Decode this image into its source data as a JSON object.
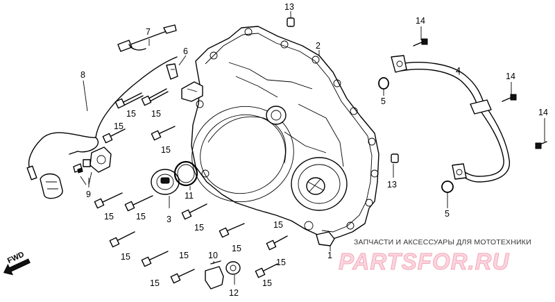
{
  "diagram": {
    "callouts": {
      "c1": "1",
      "c2": "2",
      "c3": "3",
      "c4": "4",
      "c5a": "5",
      "c5b": "5",
      "c6": "6",
      "c7": "7",
      "c8": "8",
      "c9": "9",
      "c10": "10",
      "c11": "11",
      "c12": "12",
      "c13a": "13",
      "c13b": "13",
      "c14a": "14",
      "c14b": "14",
      "c14c": "14",
      "c15_1": "15",
      "c15_2": "15",
      "c15_3": "15",
      "c15_4": "15",
      "c15_5": "15",
      "c15_6": "15",
      "c15_7": "15",
      "c15_8": "15",
      "c15_9": "15",
      "c15_10": "15",
      "c15_11": "15",
      "c15_12": "15",
      "c15_13": "15",
      "c15_14": "15"
    },
    "fwd_label": "FWD"
  },
  "watermark": {
    "tagline": "ЗАПЧАСТИ И АКСЕССУАРЫ ДЛЯ МОТОТЕХНИКИ",
    "brand": "PARTSFOR.RU"
  },
  "colors": {
    "line": "#000000",
    "watermark_fill": "#fbd6df",
    "watermark_stroke": "#f2a7b7"
  }
}
